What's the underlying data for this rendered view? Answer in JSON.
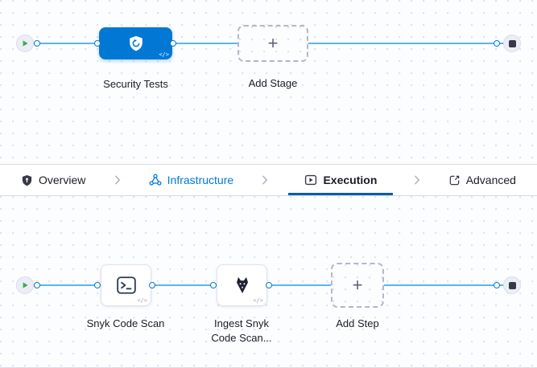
{
  "colors": {
    "accent_blue": "#0278d5",
    "line_blue": "#5cb6e8",
    "play_green": "#3eab47",
    "stop_dark": "#383946",
    "active_tab_underline": "#0b5cad"
  },
  "stage_pipeline": {
    "stage": {
      "label": "Security Tests"
    },
    "add_stage_label": "Add Stage",
    "plus_glyph": "+",
    "code_glyph": "</>"
  },
  "tab_bar": {
    "tabs": [
      {
        "label": "Overview"
      },
      {
        "label": "Infrastructure"
      },
      {
        "label": "Execution"
      },
      {
        "label": "Advanced"
      }
    ]
  },
  "step_pipeline": {
    "steps": [
      {
        "label": "Snyk Code Scan"
      },
      {
        "label": "Ingest Snyk Code Scan..."
      }
    ],
    "add_step_label": "Add Step",
    "plus_glyph": "+",
    "code_glyph": "</>"
  }
}
